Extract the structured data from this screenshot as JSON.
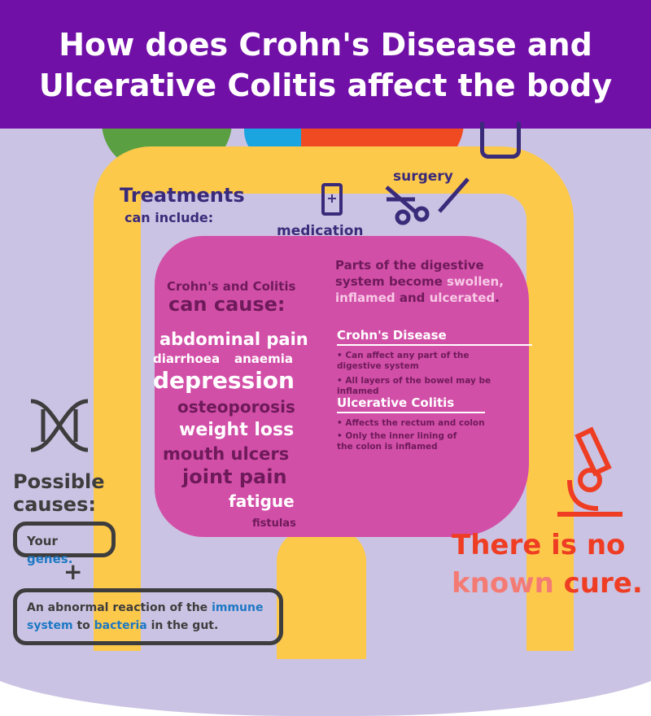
{
  "header": {
    "title_line1": "How does Crohn's Disease and",
    "title_line2": "Ulcerative Colitis affect the body"
  },
  "treatments": {
    "title": "Treatments",
    "subtitle": "can include:",
    "medication": "medication",
    "surgery": "surgery"
  },
  "causes_list": {
    "intro1": "Crohn's and Colitis",
    "intro2": "can cause:",
    "items": [
      "abdominal pain",
      "diarrhoea",
      "anaemia",
      "depression",
      "osteoporosis",
      "weight loss",
      "mouth ulcers",
      "joint pain",
      "fatigue",
      "fistulas"
    ]
  },
  "parts": {
    "p1": "Parts of the digestive",
    "p2": "system become",
    "swollen": "swollen,",
    "inflamed": "inflamed",
    "and": "and",
    "ulcerated": "ulcerated",
    "dot": "."
  },
  "crohns": {
    "title": "Crohn's Disease",
    "bullets": [
      "• Can affect any part of the digestive system",
      "• All layers of the bowel may be inflamed"
    ]
  },
  "uc": {
    "title": "Ulcerative Colitis",
    "bullets": [
      "• Affects the rectum and colon",
      "• Only the inner lining of the colon is inflamed"
    ]
  },
  "possible": {
    "title1": "Possible",
    "title2": "causes:",
    "genes_pre": "Your",
    "genes": "genes.",
    "plus": "+",
    "immune_pre": "An abnormal reaction of the",
    "immune": "immune",
    "system": "system",
    "to": "to",
    "bacteria": "bacteria",
    "gut": "in the gut."
  },
  "cure": {
    "line1": "There is no",
    "known": "known",
    "cure": "cure."
  },
  "colors": {
    "header": "#7110a6",
    "background": "#cbc3e3",
    "colon": "#fdc94a",
    "small_intestine": "#d24fa8",
    "cure_red": "#ee3d23"
  }
}
